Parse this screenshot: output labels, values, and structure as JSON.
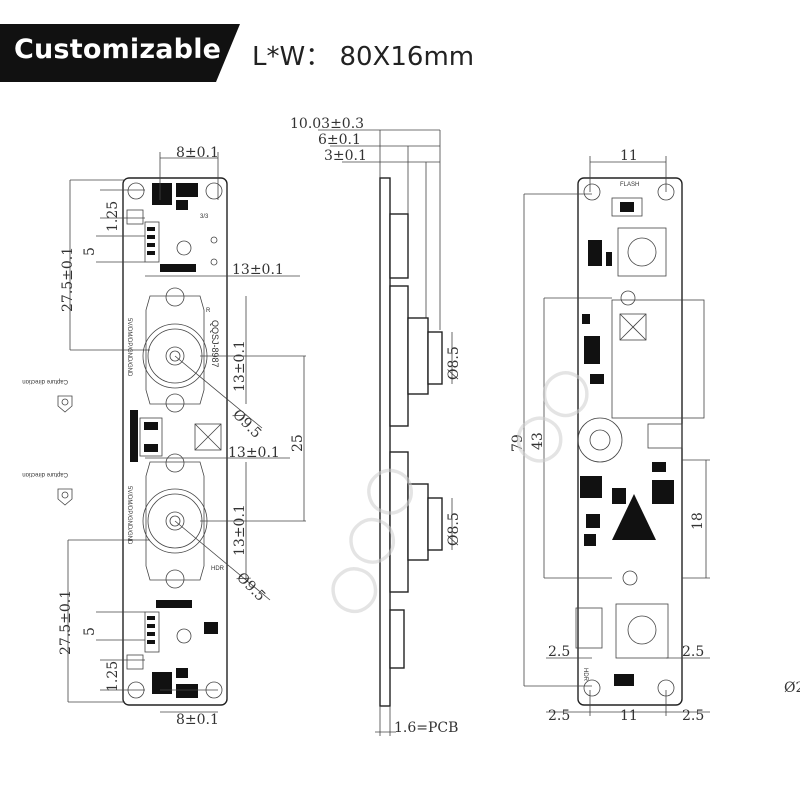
{
  "banner": {
    "text": "Customizable",
    "bg_color": "#111111"
  },
  "board_size": "L*W： 80X16mm",
  "left_view": {
    "dims": {
      "top_width": "8±0.1",
      "bottom_width": "8±0.1",
      "gap_top": "1.25",
      "gap_bottom": "1.25",
      "pitch_top": "5",
      "pitch_bottom": "5",
      "edge_top": "27.5±0.1",
      "edge_bottom": "27.5±0.1",
      "holder_width_top": "13±0.1",
      "holder_width_mid": "13±0.1",
      "holder_height_top": "13±0.1",
      "holder_height_bottom": "13±0.1",
      "lens_dia_top": "Ø9.5",
      "lens_dia_bottom": "Ø9.5",
      "lens_spacing": "25"
    },
    "labels": {
      "capture_1": "Capture direction",
      "capture_2": "Capture direction",
      "model": "QQSJ-8987",
      "hdr": "HDR",
      "pins_1": "5V/DM/DP/GND/GND",
      "pins_2": "5V/DM/DP/GND/GND",
      "side": "R",
      "chip": "3/3"
    }
  },
  "side_view": {
    "dims": {
      "total": "10.03±0.3",
      "mid": "6±0.1",
      "small": "3±0.1",
      "lens_top": "Ø8.5",
      "lens_bottom": "Ø8.5",
      "pcb": "1.6=PCB"
    }
  },
  "right_view": {
    "dims": {
      "top_width": "11",
      "bottom_width": "11",
      "length": "79",
      "zone_43": "43",
      "zone_18": "18",
      "left_2_5_a": "2.5",
      "right_2_5_a": "2.5",
      "left_2_5_b": "2.5",
      "right_2_5_b": "2.5",
      "cut_right": "Ø2"
    },
    "labels": {
      "flash": "FLASH",
      "hdr": "HDR"
    }
  }
}
